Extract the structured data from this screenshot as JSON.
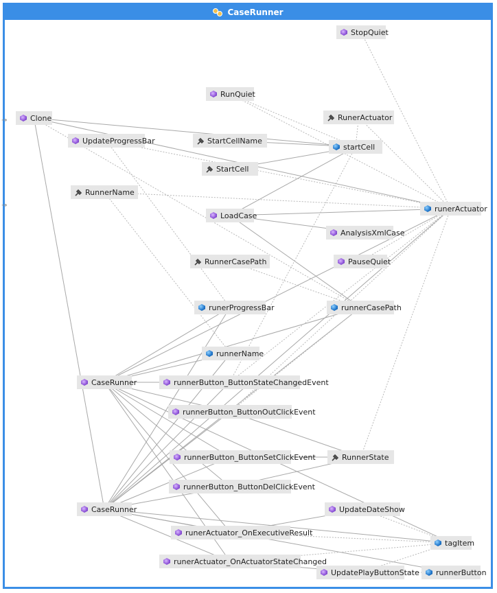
{
  "window": {
    "title": "CaseRunner",
    "title_icon": "class-diagram-icon"
  },
  "nodes": [
    {
      "id": "StopQuiet",
      "label": "StopQuiet",
      "kind": "method"
    },
    {
      "id": "RunQuiet",
      "label": "RunQuiet",
      "kind": "method"
    },
    {
      "id": "RunerActuator",
      "label": "RunerActuator",
      "kind": "property"
    },
    {
      "id": "Clone",
      "label": "Clone",
      "kind": "method"
    },
    {
      "id": "UpdateProgressBar",
      "label": "UpdateProgressBar",
      "kind": "method"
    },
    {
      "id": "StartCellName",
      "label": "StartCellName",
      "kind": "property"
    },
    {
      "id": "startCell",
      "label": "startCell",
      "kind": "field"
    },
    {
      "id": "StartCell",
      "label": "StartCell",
      "kind": "property"
    },
    {
      "id": "RunnerName",
      "label": "RunnerName",
      "kind": "property"
    },
    {
      "id": "runerActuator",
      "label": "runerActuator",
      "kind": "field"
    },
    {
      "id": "LoadCase",
      "label": "LoadCase",
      "kind": "method"
    },
    {
      "id": "AnalysisXmlCase",
      "label": "AnalysisXmlCase",
      "kind": "method"
    },
    {
      "id": "RunnerCasePath",
      "label": "RunnerCasePath",
      "kind": "property"
    },
    {
      "id": "PauseQuiet",
      "label": "PauseQuiet",
      "kind": "method"
    },
    {
      "id": "runerProgressBar",
      "label": "runerProgressBar",
      "kind": "field"
    },
    {
      "id": "runnerCasePath",
      "label": "runnerCasePath",
      "kind": "field"
    },
    {
      "id": "runnerName",
      "label": "runnerName",
      "kind": "field"
    },
    {
      "id": "CaseRunner1",
      "label": "CaseRunner",
      "kind": "method"
    },
    {
      "id": "ButtonStateChanged",
      "label": "runnerButton_ButtonStateChangedEvent",
      "kind": "method"
    },
    {
      "id": "ButtonOutClick",
      "label": "runnerButton_ButtonOutClickEvent",
      "kind": "method"
    },
    {
      "id": "ButtonSetClick",
      "label": "runnerButton_ButtonSetClickEvent",
      "kind": "method"
    },
    {
      "id": "RunnerState",
      "label": "RunnerState",
      "kind": "property"
    },
    {
      "id": "ButtonDelClick",
      "label": "runnerButton_ButtonDelClickEvent",
      "kind": "method"
    },
    {
      "id": "CaseRunner2",
      "label": "CaseRunner",
      "kind": "method"
    },
    {
      "id": "UpdateDateShow",
      "label": "UpdateDateShow",
      "kind": "method"
    },
    {
      "id": "OnExecutiveResult",
      "label": "runerActuator_OnExecutiveResult",
      "kind": "method"
    },
    {
      "id": "tagItem",
      "label": "tagItem",
      "kind": "field"
    },
    {
      "id": "OnActuatorStateChanged",
      "label": "runerActuator_OnActuatorStateChanged",
      "kind": "method"
    },
    {
      "id": "UpdatePlayButtonState",
      "label": "UpdatePlayButtonState",
      "kind": "method"
    },
    {
      "id": "runnerButton",
      "label": "runnerButton",
      "kind": "field"
    }
  ],
  "colors": {
    "frame": "#3a8ee6",
    "node_bg": "#e6e6e6",
    "solid_edge": "#a8a8a8",
    "dashed_edge": "#b8b8b8"
  }
}
